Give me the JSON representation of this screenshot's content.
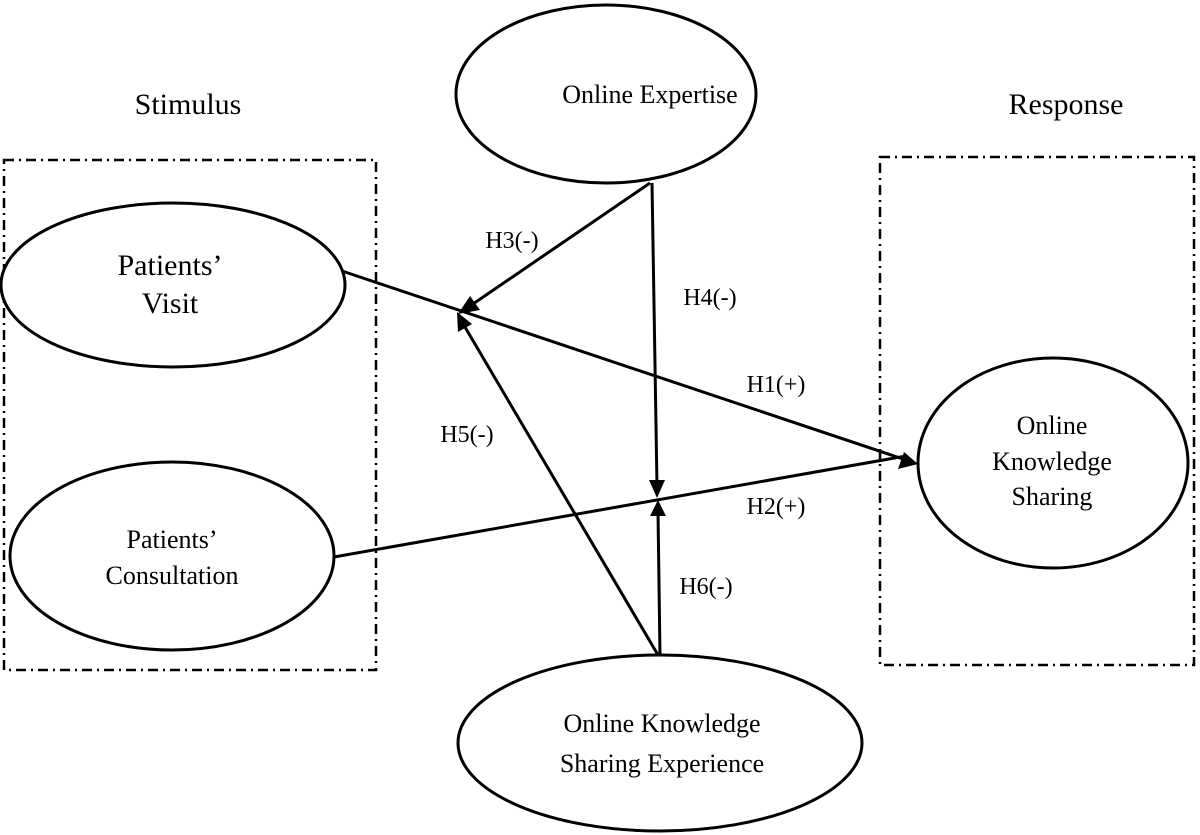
{
  "diagram": {
    "sections": {
      "stimulus": "Stimulus",
      "response": "Response"
    },
    "nodes": {
      "patients_visit": [
        "Patients’",
        "Visit"
      ],
      "patients_consultation": [
        "Patients’",
        "Consultation"
      ],
      "online_expertise": [
        "Online Expertise"
      ],
      "online_knowledge_sharing": [
        "Online",
        "Knowledge",
        "Sharing"
      ],
      "okse": [
        "Online Knowledge",
        "Sharing Experience"
      ]
    },
    "hypotheses": {
      "h1": "H1(+)",
      "h2": "H2(+)",
      "h3": "H3(-)",
      "h4": "H4(-)",
      "h5": "H5(-)",
      "h6": "H6(-)"
    },
    "colors": {
      "stroke": "#000000",
      "background": "#ffffff"
    }
  }
}
